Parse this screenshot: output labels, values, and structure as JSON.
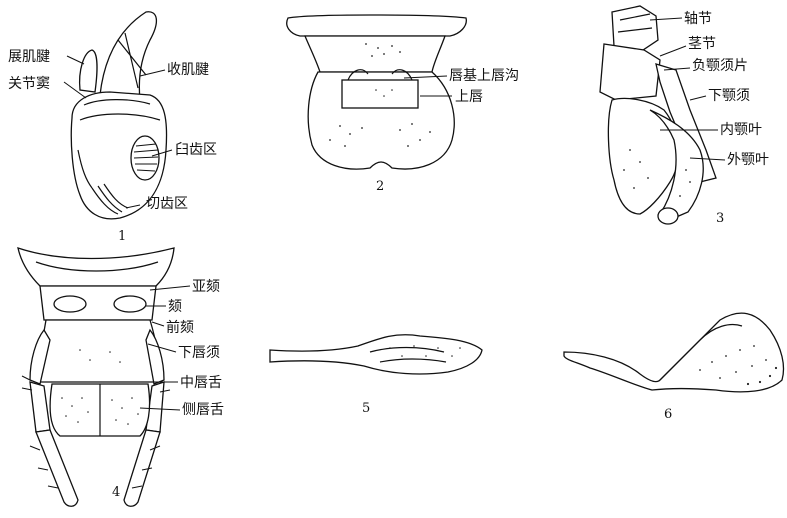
{
  "figures": [
    {
      "number": "1",
      "labels": [
        "展肌腱",
        "关节窦",
        "收肌腱",
        "臼齿区",
        "切齿区"
      ]
    },
    {
      "number": "2",
      "labels": [
        "唇基上唇沟",
        "上唇"
      ]
    },
    {
      "number": "3",
      "labels": [
        "轴节",
        "茎节",
        "负颚须片",
        "下颚须",
        "内颚叶",
        "外颚叶"
      ]
    },
    {
      "number": "4",
      "labels": [
        "亚颏",
        "颏",
        "前颏",
        "下唇须",
        "中唇舌",
        "侧唇舌"
      ]
    },
    {
      "number": "5",
      "labels": []
    },
    {
      "number": "6",
      "labels": []
    }
  ]
}
